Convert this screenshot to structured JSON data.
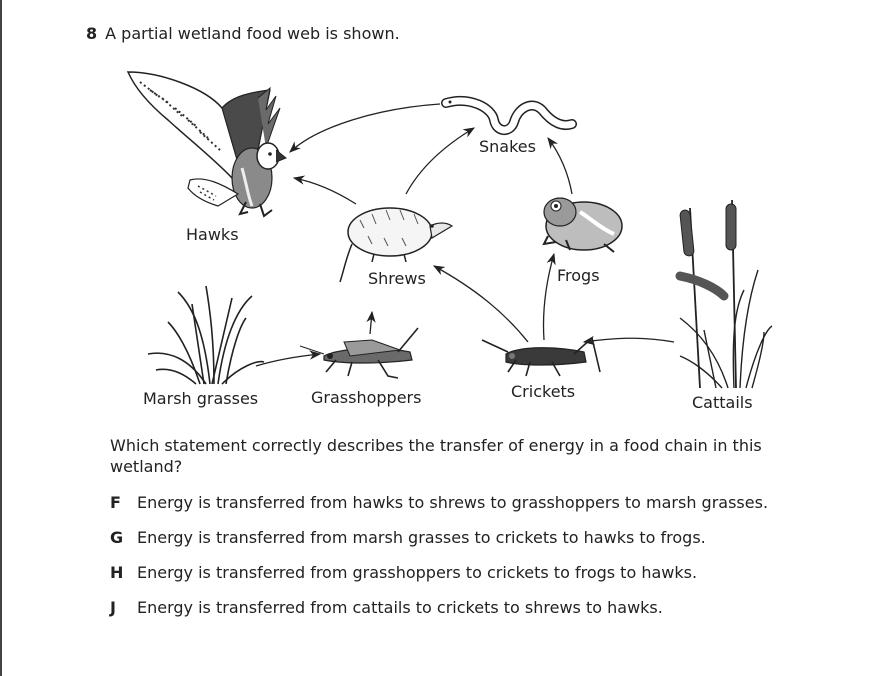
{
  "question": {
    "number": "8",
    "stem": "A partial wetland food web is shown.",
    "prompt": "Which statement correctly describes the transfer of energy in a food chain in this wetland?"
  },
  "food_web": {
    "organisms": {
      "hawks": "Hawks",
      "snakes": "Snakes",
      "shrews": "Shrews",
      "frogs": "Frogs",
      "marsh_grasses": "Marsh grasses",
      "grasshoppers": "Grasshoppers",
      "crickets": "Crickets",
      "cattails": "Cattails"
    }
  },
  "choices": [
    {
      "letter": "F",
      "text": "Energy is transferred from hawks to shrews to grasshoppers to marsh grasses."
    },
    {
      "letter": "G",
      "text": "Energy is transferred from marsh grasses to crickets to hawks to frogs."
    },
    {
      "letter": "H",
      "text": "Energy is transferred from grasshoppers to crickets to frogs to hawks."
    },
    {
      "letter": "J",
      "text": "Energy is transferred from cattails to crickets to shrews to hawks."
    }
  ]
}
